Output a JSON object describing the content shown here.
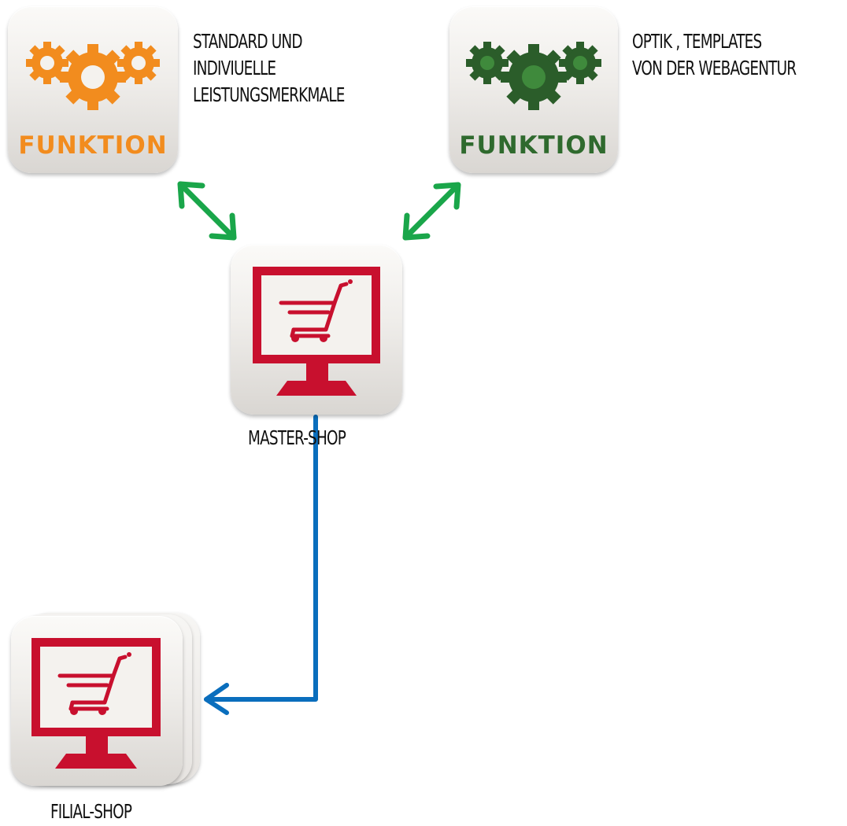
{
  "nodes": {
    "funktion_standard": {
      "badge": "FUNKTION",
      "color": "#f28c1e",
      "description": [
        "STANDARD UND",
        "INDIVIUELLE",
        "LEISTUNGSMERKMALE"
      ]
    },
    "funktion_optik": {
      "badge": "FUNKTION",
      "color": "#2f6a2e",
      "description": [
        "OPTIK , TEMPLATES",
        "VON DER WEBAGENTUR"
      ]
    },
    "master_shop": {
      "label": "MASTER-SHOP",
      "icon": "shopping-cart-monitor-icon",
      "color": "#c8102e"
    },
    "filial_shop": {
      "label": "FILIAL-SHOP",
      "icon": "stacked-shopping-cart-monitor-icon",
      "color": "#c8102e"
    }
  },
  "connectors": {
    "bidirectional_color": "#1aa64a",
    "flow_color": "#0a6ebd"
  }
}
